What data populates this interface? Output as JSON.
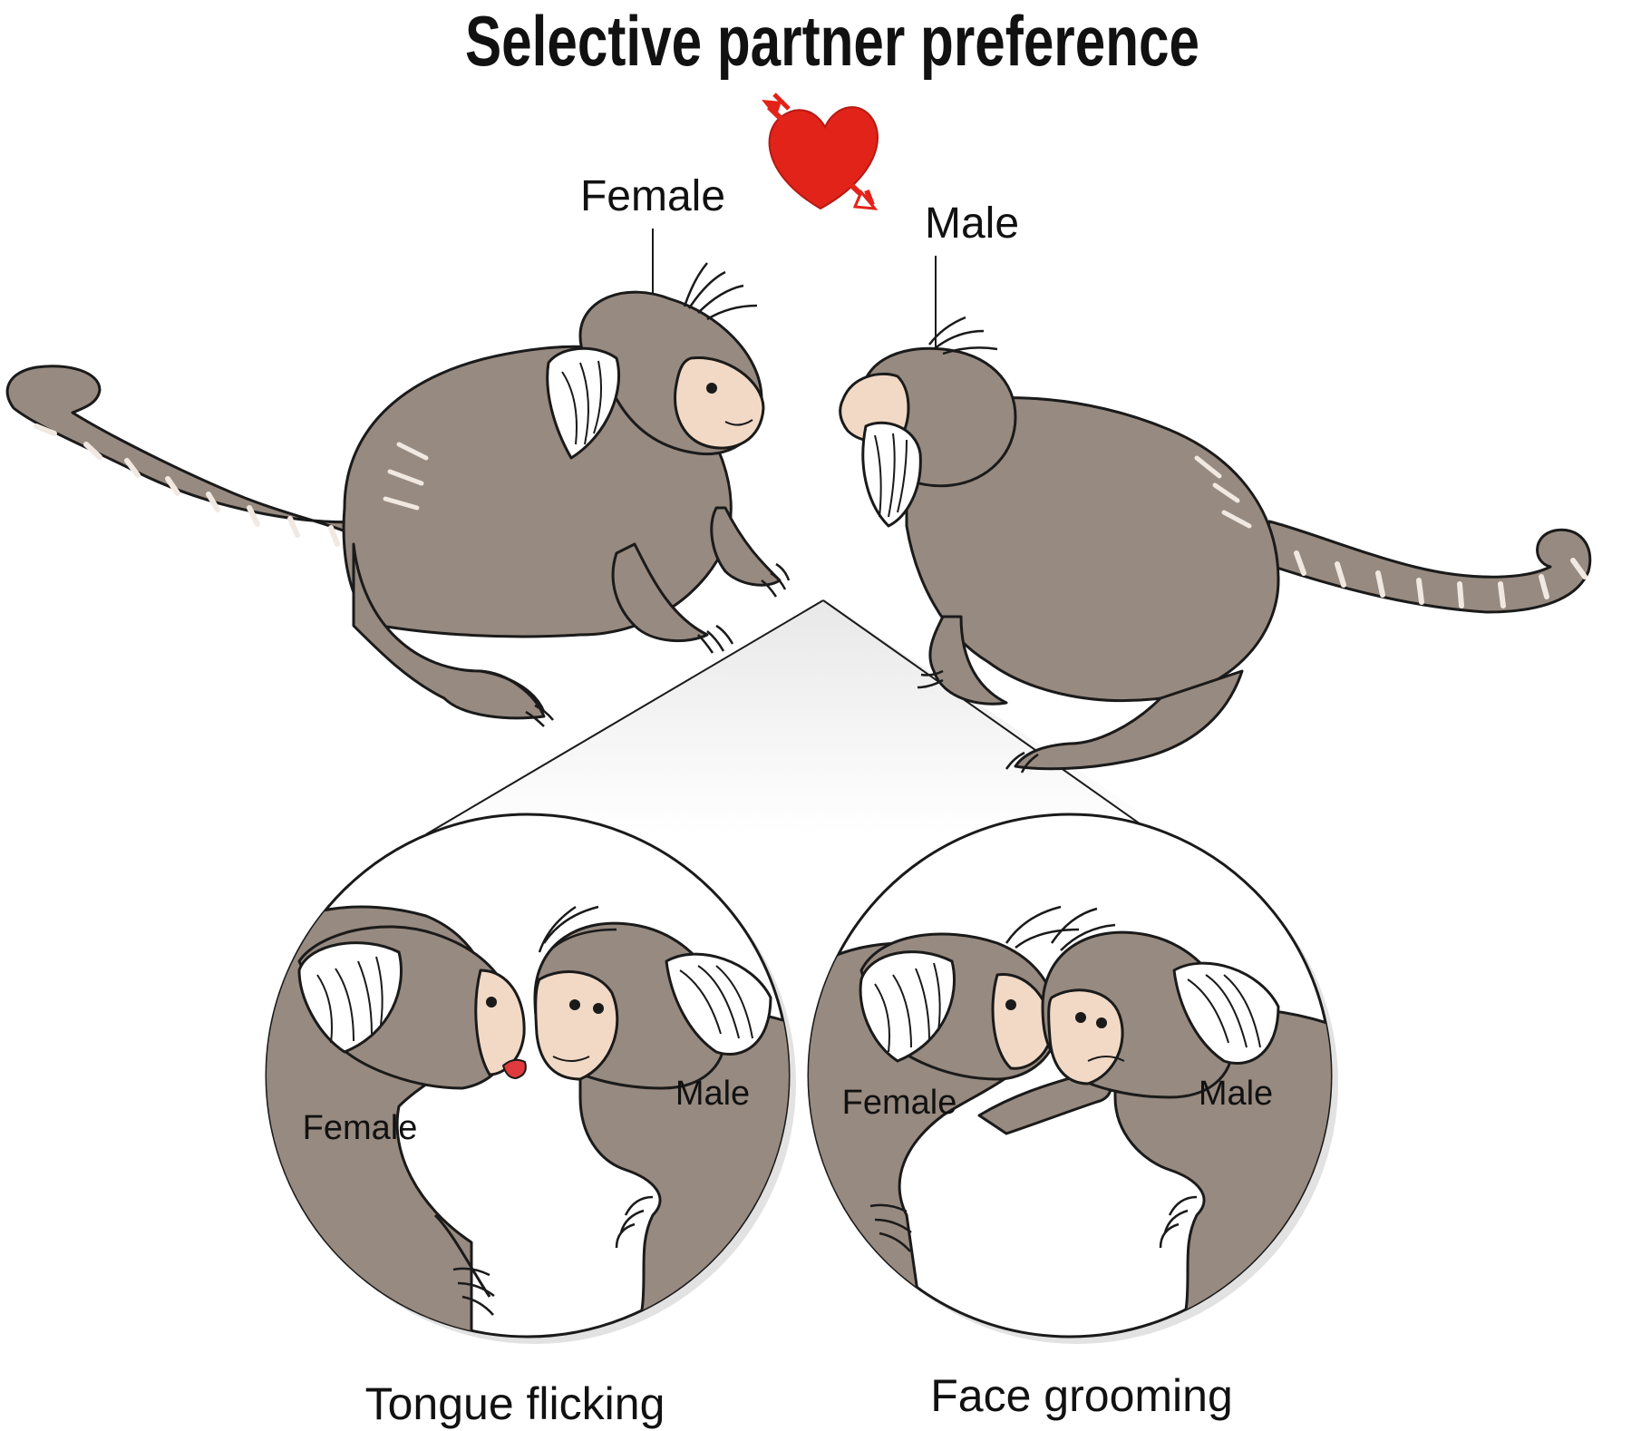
{
  "title": "Selective partner preference",
  "labels": {
    "female_top": "Female",
    "male_top": "Male",
    "left_inset_female": "Female",
    "left_inset_male": "Male",
    "right_inset_female": "Female",
    "right_inset_male": "Male"
  },
  "captions": {
    "left": "Tongue flicking",
    "right": "Face grooming"
  },
  "colors": {
    "fur": "#978a80",
    "fur_dark": "#7d7069",
    "face": "#f1d9c6",
    "tuft": "#ffffff",
    "outline": "#1a1a1a",
    "heart": "#e2231a",
    "tongue": "#e03a3e"
  },
  "icons": [
    "heart-with-arrow-icon"
  ]
}
